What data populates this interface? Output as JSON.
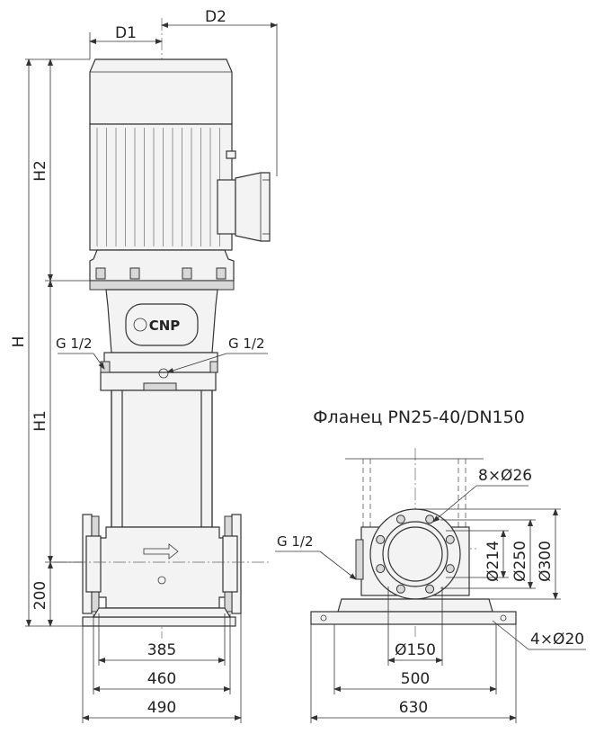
{
  "drawing": {
    "brand_logo": "CNP",
    "flange_title": "Фланец PN25-40/DN150",
    "dims": {
      "d1": "D1",
      "d2": "D2",
      "h": "H",
      "h1": "H1",
      "h2": "H2",
      "h_base": "200",
      "w_385": "385",
      "w_460": "460",
      "w_490": "490",
      "w_500": "500",
      "w_630": "630",
      "dia_150": "Ø150",
      "dia_214": "Ø214",
      "dia_250": "Ø250",
      "dia_300": "Ø300",
      "bolts": "8×Ø26",
      "base_holes": "4×Ø20"
    },
    "ports": {
      "g_left": "G 1/2",
      "g_right": "G 1/2",
      "g_side": "G 1/2"
    }
  }
}
